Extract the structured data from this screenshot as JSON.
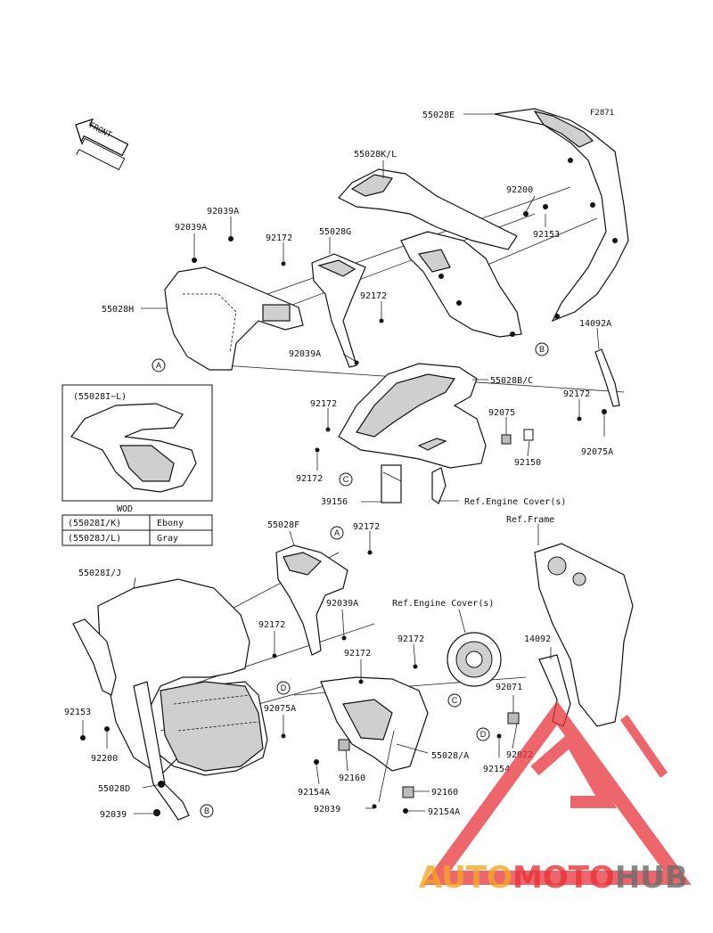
{
  "figure_code": "F2871",
  "front_label": "FRONT",
  "labels": {
    "p55028E": "55028E",
    "p55028KL": "55028K/L",
    "p92200_top": "92200",
    "p92153_top": "92153",
    "p92039A_1": "92039A",
    "p92039A_2": "92039A",
    "p92172_1": "92172",
    "p55028G": "55028G",
    "p92172_2": "92172",
    "p55028H": "55028H",
    "p14092A": "14092A",
    "p92039A_3": "92039A",
    "p55028BC": "55028B/C",
    "p92172_3": "92172",
    "p92172_4": "92172",
    "p92075": "92075",
    "p92150": "92150",
    "p92075A_r": "92075A",
    "p92172_5": "92172",
    "p39156": "39156",
    "ref_engine_cover_1": "Ref.Engine Cover(s)",
    "ref_frame": "Ref.Frame",
    "p55028F": "55028F",
    "p92172_6": "92172",
    "p55028IJ": "55028I/J",
    "p92039A_4": "92039A",
    "ref_engine_cover_2": "Ref.Engine Cover(s)",
    "p92172_7": "92172",
    "p92172_8": "92172",
    "p14092": "14092",
    "p92172_9": "92172",
    "p92075A_l": "92075A",
    "p92071": "92071",
    "p92153_bot": "92153",
    "p92200_bot": "92200",
    "p92022": "92022",
    "p92154": "92154",
    "p550280A": "55028/A",
    "p92160_1": "92160",
    "p92154A_1": "92154A",
    "p55028D": "55028D",
    "p92160_2": "92160",
    "p92039_bot": "92039",
    "p92154A_2": "92154A",
    "p92039_b": "92039"
  },
  "refs": {
    "A": "A",
    "B": "B",
    "C": "C",
    "D": "D"
  },
  "inset": {
    "caption": "(55028I~L)",
    "footer": "WOD",
    "table": [
      {
        "part": "(55028I/K)",
        "color": "Ebony"
      },
      {
        "part": "(55028J/L)",
        "color": "Gray"
      }
    ]
  },
  "watermark": {
    "part1": "AUTO",
    "part2": "MOTO",
    "part3": "HUB"
  }
}
